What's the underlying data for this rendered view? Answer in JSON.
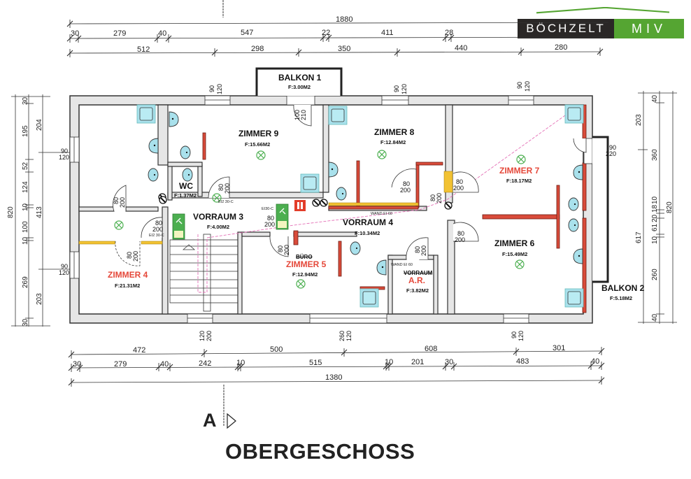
{
  "logo": {
    "left": "BÖCHZELT",
    "right": "MIV",
    "color_dark": "#2a2726",
    "color_green": "#55a532"
  },
  "plan_title": "OBERGESCHOSS",
  "section_marker": "A",
  "dims_top": {
    "overall": "1880",
    "row1": [
      "30",
      "279",
      "40",
      "547",
      "22",
      "411",
      "28"
    ],
    "row2": [
      "512",
      "298",
      "350",
      "440",
      "280"
    ]
  },
  "dims_bottom": {
    "row1": [
      "472",
      "500",
      "608",
      "301"
    ],
    "row2": [
      "30",
      "279",
      "40",
      "242",
      "10",
      "515",
      "10",
      "201",
      "30",
      "483",
      "40"
    ],
    "overall": "1380"
  },
  "dims_left": {
    "outer": "820",
    "row_a": [
      "30",
      "195",
      "52",
      "124",
      "10",
      "100",
      "10",
      "269",
      "30"
    ],
    "row_b": [
      "204",
      "413",
      "203"
    ]
  },
  "dims_right": {
    "outer": "820",
    "row_a": [
      "40",
      "360",
      "10",
      "18",
      "20",
      "61",
      "10",
      "260",
      "40"
    ],
    "row_b": [
      "203",
      "617"
    ]
  },
  "rooms": [
    {
      "name": "ZIMMER 9",
      "area": "F:15.66M2",
      "color": "#111111"
    },
    {
      "name": "ZIMMER 8",
      "area": "F:12.84M2",
      "color": "#111111"
    },
    {
      "name": "ZIMMER 7",
      "area": "F:18.17M2",
      "color": "#e5483a"
    },
    {
      "name": "ZIMMER 6",
      "area": "F:15.49M2",
      "color": "#111111"
    },
    {
      "name": "ZIMMER 5",
      "area": "F:12.94M2",
      "color": "#e5483a",
      "former": "BÜRO"
    },
    {
      "name": "ZIMMER 4",
      "area": "F:21.31M2",
      "color": "#e5483a"
    },
    {
      "name": "WC",
      "area": "F:1.37M2",
      "color": "#111111"
    },
    {
      "name": "VORRAUM 3",
      "area": "F:4.00M2",
      "color": "#111111"
    },
    {
      "name": "VORRAUM 4",
      "area": "F:10.34M2",
      "color": "#111111"
    },
    {
      "name": "A.R.",
      "area": "F:3.82M2",
      "color": "#e5483a",
      "former": "VORRAUM"
    },
    {
      "name": "BALKON 1",
      "area": "F:3.00M2",
      "color": "#111111"
    },
    {
      "name": "BALKON 2",
      "area": "F:5.18M2",
      "color": "#111111"
    }
  ],
  "openings": {
    "window": {
      "w": "90",
      "h": "120"
    },
    "window_bottom_left": {
      "w": "120",
      "h": "200"
    },
    "window_bottom_mid": {
      "w": "260",
      "h": "120"
    },
    "door": {
      "w": "80",
      "h": "200"
    },
    "balkon1_door": {
      "w": "100",
      "h": "210"
    },
    "balkon2_door": {
      "w": "90",
      "h": "220"
    }
  },
  "labels": {
    "fire_door": "EI2 30-C",
    "fire_door_b": "EI30-C",
    "wall_rating": "WAND EI 60"
  },
  "colors": {
    "wall_fill": "#e6e6e6",
    "wall_line": "#333333",
    "new_wall": "#d94b3a",
    "sanitary": "#a9e1ec",
    "light": "#4caf50",
    "escape": "#4caf50",
    "escape_line": "#e46fb6",
    "yellow_wall": "#f2c233"
  }
}
